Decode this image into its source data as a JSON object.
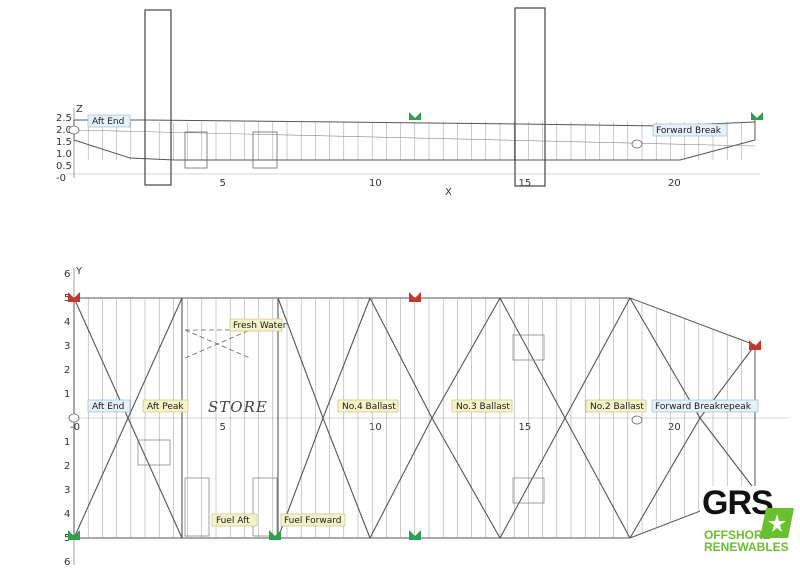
{
  "side_view": {
    "z_axis_name": "Z",
    "x_axis_name": "X",
    "z_ticks": [
      {
        "label": "2.5",
        "v": 2.5
      },
      {
        "label": "2.0",
        "v": 2.0
      },
      {
        "label": "1.5",
        "v": 1.5
      },
      {
        "label": "1.0",
        "v": 1.0
      },
      {
        "label": "0.5",
        "v": 0.5
      },
      {
        "label": "-0",
        "v": 0
      }
    ],
    "x_ticks": [
      {
        "label": "5",
        "v": 5
      },
      {
        "label": "10",
        "v": 10
      },
      {
        "label": "15",
        "v": 15
      },
      {
        "label": "20",
        "v": 20
      }
    ],
    "labels": {
      "aft_end": "Aft End",
      "forward_break": "Forward Break"
    }
  },
  "plan_view": {
    "y_axis_name": "Y",
    "y_ticks_top": [
      {
        "label": "6",
        "v": 6
      },
      {
        "label": "5",
        "v": 5
      },
      {
        "label": "4",
        "v": 4
      },
      {
        "label": "3",
        "v": 3
      },
      {
        "label": "2",
        "v": 2
      },
      {
        "label": "1",
        "v": 1
      }
    ],
    "y_ticks_bottom": [
      {
        "label": "1",
        "v": -1
      },
      {
        "label": "2",
        "v": -2
      },
      {
        "label": "3",
        "v": -3
      },
      {
        "label": "4",
        "v": -4
      },
      {
        "label": "5",
        "v": -5
      },
      {
        "label": "6",
        "v": -6
      }
    ],
    "x_ticks": [
      {
        "label": "-0",
        "v": 0
      },
      {
        "label": "5",
        "v": 5
      },
      {
        "label": "10",
        "v": 10
      },
      {
        "label": "15",
        "v": 15
      },
      {
        "label": "20",
        "v": 20
      }
    ],
    "compartments": {
      "aft_end": "Aft End",
      "aft_peak": "Aft Peak",
      "fresh_water": "Fresh Water",
      "store": "STORE",
      "no4_ballast": "No.4 Ballast",
      "no3_ballast": "No.3 Ballast",
      "no2_ballast": "No.2 Ballast",
      "forward_break_repeak": "Forward Breakrepeak",
      "fuel_aft": "Fuel Aft",
      "fuel_forward": "Fuel Forward"
    }
  },
  "logo": {
    "brand": "GRS",
    "line1": "OFFSHORE",
    "line2": "RENEWABLES",
    "colors": {
      "brand_text": "#111111",
      "accent": "#6abf2e"
    }
  },
  "colors": {
    "label_blue_fill": "#e6f1fa",
    "label_blue_stroke": "#9bbcd6",
    "label_yellow_fill": "#f6f3c8",
    "label_yellow_stroke": "#c9c08a",
    "marker_red": "#c0392b",
    "marker_green": "#2e9e4f",
    "line": "#555555",
    "grid": "#999999"
  }
}
